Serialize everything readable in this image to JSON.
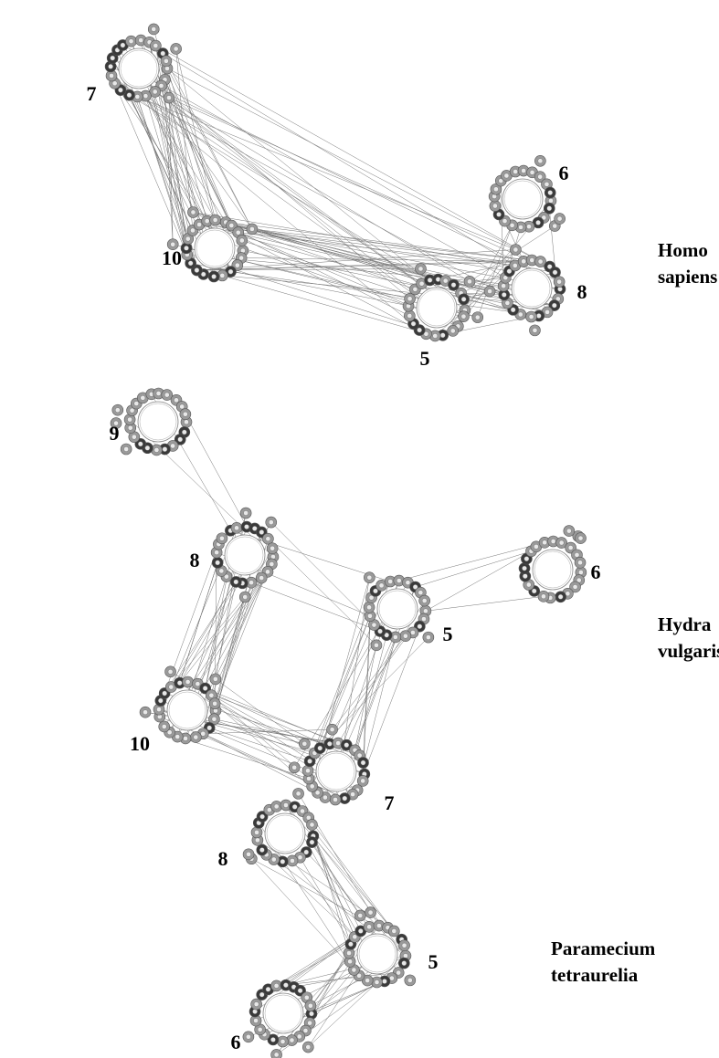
{
  "panels": [
    {
      "species_line1": "Homo",
      "species_line2": "sapiens",
      "clusters": [
        {
          "label": "7",
          "dark_nodes": 7
        },
        {
          "label": "10",
          "dark_nodes": 6
        },
        {
          "label": "6",
          "dark_nodes": 4
        },
        {
          "label": "8",
          "dark_nodes": 8
        },
        {
          "label": "5",
          "dark_nodes": 7
        }
      ]
    },
    {
      "species_line1": "Hydra",
      "species_line2": "vulgaris",
      "clusters": [
        {
          "label": "9",
          "dark_nodes": 5
        },
        {
          "label": "8",
          "dark_nodes": 7
        },
        {
          "label": "6",
          "dark_nodes": 5
        },
        {
          "label": "5",
          "dark_nodes": 5
        },
        {
          "label": "10",
          "dark_nodes": 5
        },
        {
          "label": "7",
          "dark_nodes": 7
        }
      ]
    },
    {
      "species_line1": "Paramecium",
      "species_line2": "tetraurelia",
      "clusters": [
        {
          "label": "8",
          "dark_nodes": 8
        },
        {
          "label": "5",
          "dark_nodes": 5
        },
        {
          "label": "6",
          "dark_nodes": 8
        }
      ]
    }
  ],
  "colors": {
    "node_light": "#9a9a9a",
    "node_dark": "#3a3a3a",
    "edge": "#777777"
  }
}
